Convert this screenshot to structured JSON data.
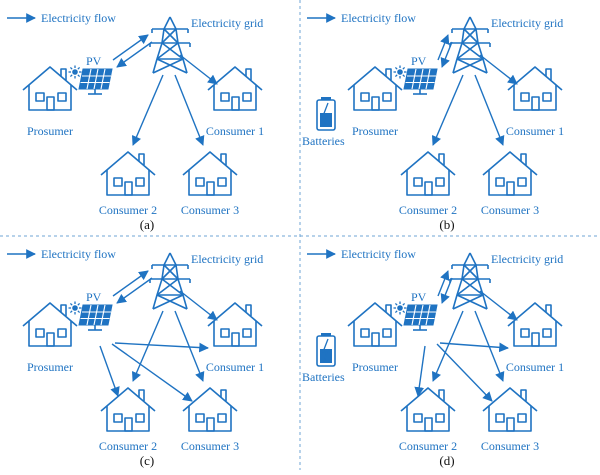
{
  "colors": {
    "accent": "#1f73c2",
    "divider": "#6fa6d6",
    "text": "#111111"
  },
  "labels": {
    "electricity_flow": "Electricity flow",
    "electricity_grid": "Electricity grid",
    "pv": "PV",
    "prosumer": "Prosumer",
    "consumer_1": "Consumer 1",
    "consumer_2": "Consumer 2",
    "consumer_3": "Consumer 3",
    "batteries": "Batteries"
  },
  "panels": [
    {
      "id": "a",
      "caption": "(a)",
      "has_batteries": false,
      "pv_feeds_consumers": false
    },
    {
      "id": "b",
      "caption": "(b)",
      "has_batteries": true,
      "pv_feeds_consumers": false
    },
    {
      "id": "c",
      "caption": "(c)",
      "has_batteries": false,
      "pv_feeds_consumers": true
    },
    {
      "id": "d",
      "caption": "(d)",
      "has_batteries": true,
      "pv_feeds_consumers": true
    }
  ],
  "icons": {
    "house": "house-icon",
    "tower": "transmission-tower-icon",
    "solar_panel": "solar-panel-icon",
    "sun": "sun-icon",
    "battery": "battery-icon",
    "arrow": "arrow-icon"
  }
}
